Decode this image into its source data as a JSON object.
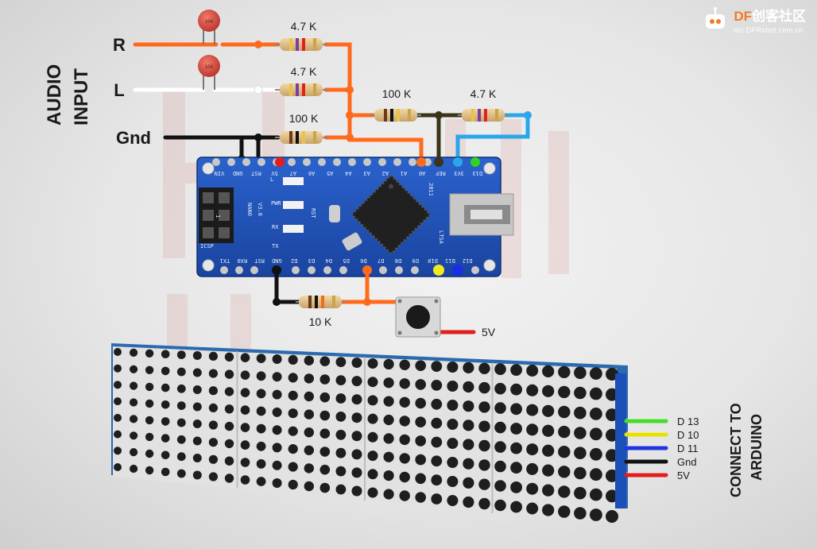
{
  "brand": {
    "name_accent": "DF",
    "name_rest": "创客社区",
    "url": "mc.DFRobot.com.cn"
  },
  "audio_input": {
    "title_line1": "AUDIO",
    "title_line2": "INPUT",
    "channels": [
      "R",
      "L",
      "Gnd"
    ]
  },
  "resistors": {
    "r_right": "4.7 K",
    "r_left": "4.7 K",
    "r_gnd": "100 K",
    "r_series": "100 K",
    "r_pin": "4.7 K",
    "r_button": "10 K"
  },
  "button": {
    "supply_label": "5V"
  },
  "arduino": {
    "board_name": "NANO",
    "version": "V3.0",
    "chip_year": "2011",
    "board_tag": "LTSA",
    "icsp_label": "ICSP",
    "header_label": "1",
    "led_labels": [
      "L",
      "PWR",
      "RX",
      "TX"
    ],
    "rst_button_label": "RST",
    "top_pins": [
      "VIN",
      "GND",
      "RST",
      "5V",
      "A7",
      "A6",
      "A5",
      "A4",
      "A3",
      "A2",
      "A1",
      "A0",
      "REF",
      "3V3",
      "D13"
    ],
    "bottom_pins": [
      "TX1",
      "RX0",
      "RST",
      "GND",
      "D2",
      "D3",
      "D4",
      "D5",
      "D6",
      "D7",
      "D8",
      "D9",
      "D10",
      "D11",
      "D12"
    ]
  },
  "matrix": {
    "modules": 4,
    "rows": 8,
    "cols": 8
  },
  "connect": {
    "title_line1": "CONNECT TO",
    "title_line2": "ARDUINO",
    "wires": [
      {
        "label": "D 13",
        "color": "#44dd2a"
      },
      {
        "label": "D 10",
        "color": "#e8e100"
      },
      {
        "label": "D 11",
        "color": "#2233e0"
      },
      {
        "label": "Gnd",
        "color": "#111111"
      },
      {
        "label": "5V",
        "color": "#e01e1e"
      }
    ]
  },
  "colors": {
    "wire_orange": "#ff6a1c",
    "wire_white": "#ffffff",
    "wire_black": "#111111",
    "wire_olive": "#3b3418",
    "wire_blue": "#2aa7ea",
    "wire_red": "#e01e1e",
    "board_blue": "#1d4fb8",
    "capacitor": "#d9453b"
  }
}
